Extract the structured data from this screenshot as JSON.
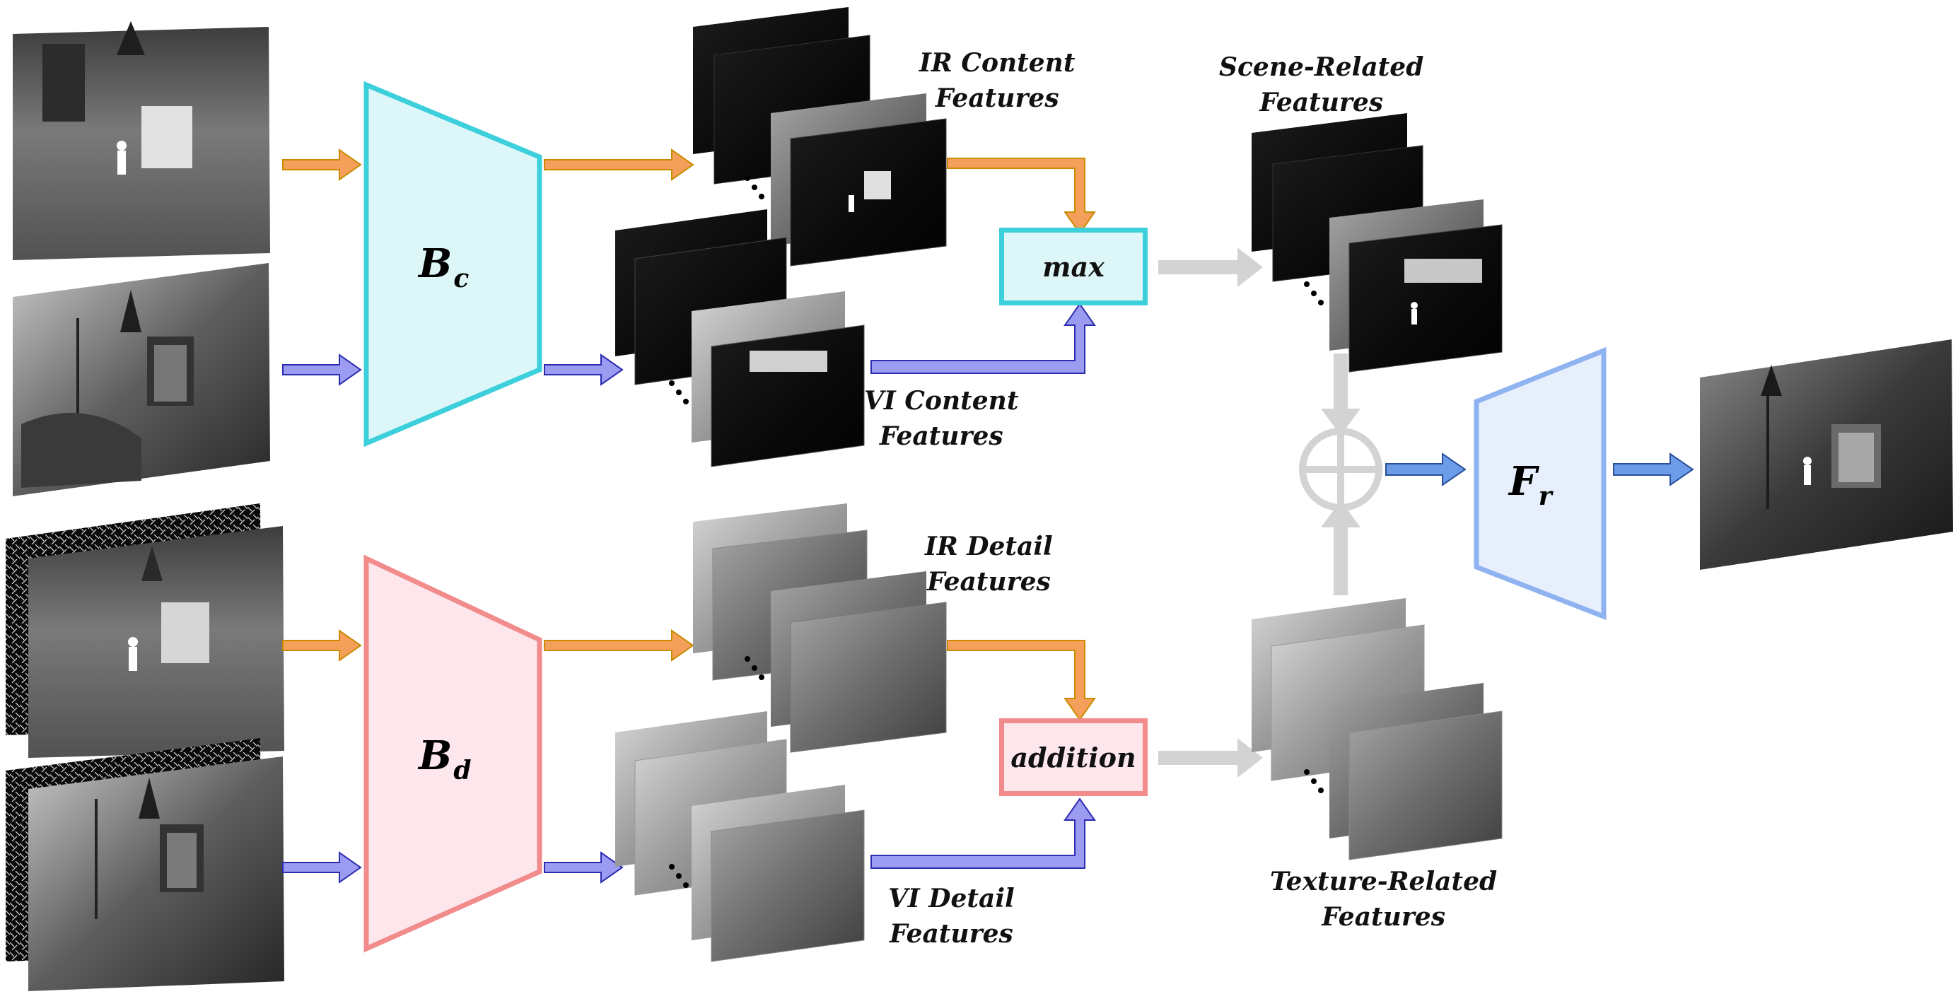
{
  "modules": {
    "content_encoder": {
      "symbol": "B",
      "subscript": "c",
      "color": "#3ccfdc",
      "fill": "#ddf7f8"
    },
    "detail_encoder": {
      "symbol": "B",
      "subscript": "d",
      "color": "#f28b8b",
      "fill": "#fde6ec"
    },
    "reconstructor": {
      "symbol": "F",
      "subscript": "r",
      "color": "#8fb3f0",
      "fill": "#e7effc"
    }
  },
  "operations": {
    "max": {
      "label": "max"
    },
    "addition": {
      "label": "addition"
    }
  },
  "feature_labels": {
    "ir_content": [
      "IR Content",
      "Features"
    ],
    "vi_content": [
      "VI Content",
      "Features"
    ],
    "ir_detail": [
      "IR Detail",
      "Features"
    ],
    "vi_detail": [
      "VI Detail",
      "Features"
    ],
    "scene_related": [
      "Scene-Related",
      "Features"
    ],
    "texture_related": [
      "Texture-Related",
      "Features"
    ]
  },
  "colors": {
    "ir_arrow": "#f5a05a",
    "ir_arrow_stroke": "#c98a00",
    "vi_arrow": "#9b9bf2",
    "vi_arrow_stroke": "#2c2cb0",
    "fusion_arrow": "#d3d3d3",
    "output_arrow": "#6c9be8",
    "output_arrow_stroke": "#2a4f9a"
  }
}
